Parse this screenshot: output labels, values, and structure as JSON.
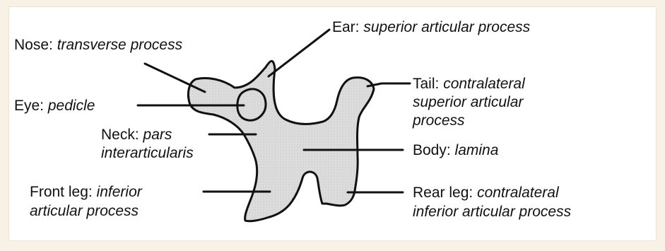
{
  "labels": {
    "nose": {
      "part": "Nose:",
      "term": "transverse process"
    },
    "ear": {
      "part": "Ear:",
      "term": "superior articular process"
    },
    "eye": {
      "part": "Eye:",
      "term": "pedicle"
    },
    "tail": {
      "part": "Tail:",
      "term1": "contralateral",
      "term2": "superior articular",
      "term3": "process"
    },
    "neck": {
      "part": "Neck:",
      "term1": "pars",
      "term2": "interarticularis"
    },
    "body": {
      "part": "Body:",
      "term": "lamina"
    },
    "front_leg": {
      "part": "Front leg:",
      "term1": "inferior",
      "term2": "articular process"
    },
    "rear_leg": {
      "part": "Rear leg:",
      "term1": "contralateral",
      "term2": "inferior articular process"
    }
  },
  "colors": {
    "background": "#f7f1e6",
    "panel": "#ffffff",
    "shape_fill": "#dcdcdc",
    "ink": "#111111"
  }
}
